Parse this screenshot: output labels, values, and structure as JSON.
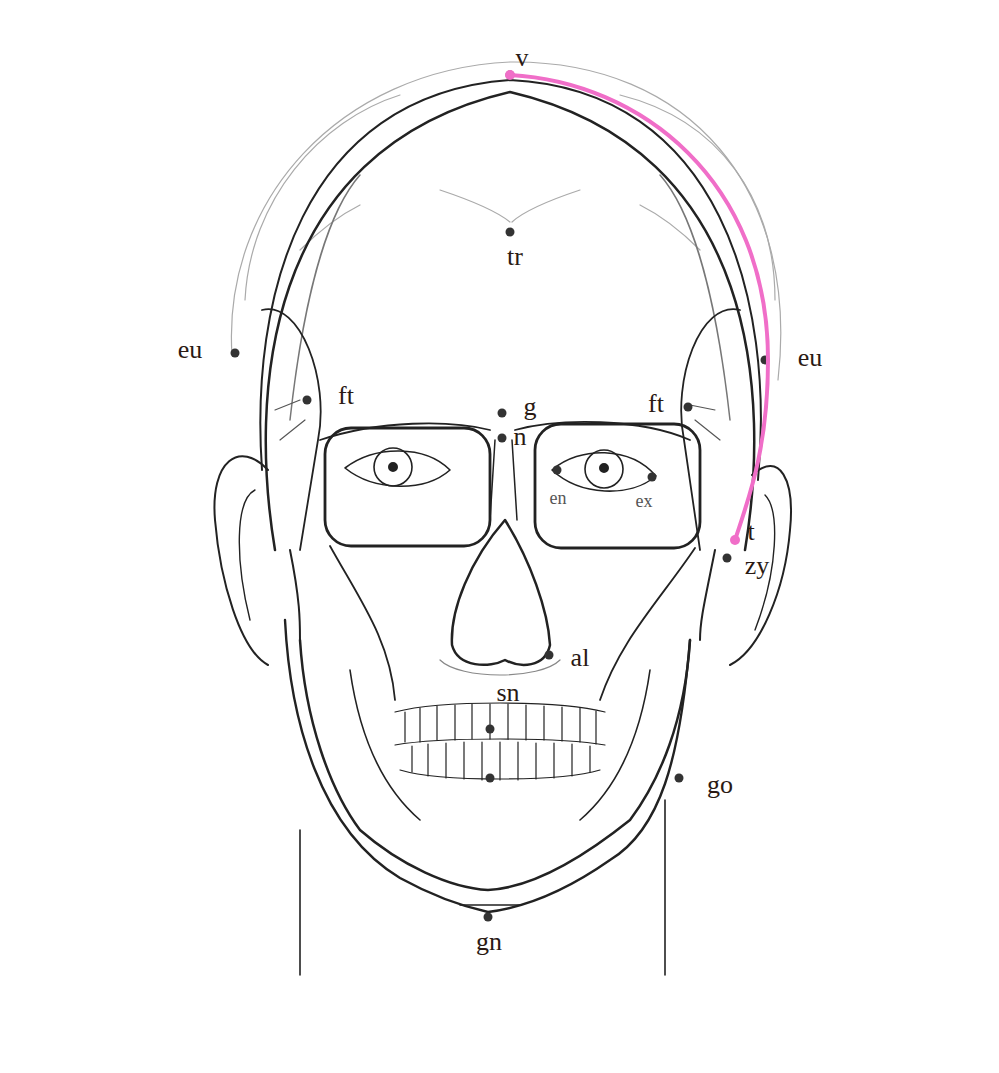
{
  "diagram": {
    "labels": [
      "v",
      "tr",
      "eu",
      "eu",
      "ft",
      "g",
      "ft",
      "n",
      "en",
      "ex",
      "t",
      "zy",
      "al",
      "sn",
      "go",
      "gn"
    ]
  }
}
